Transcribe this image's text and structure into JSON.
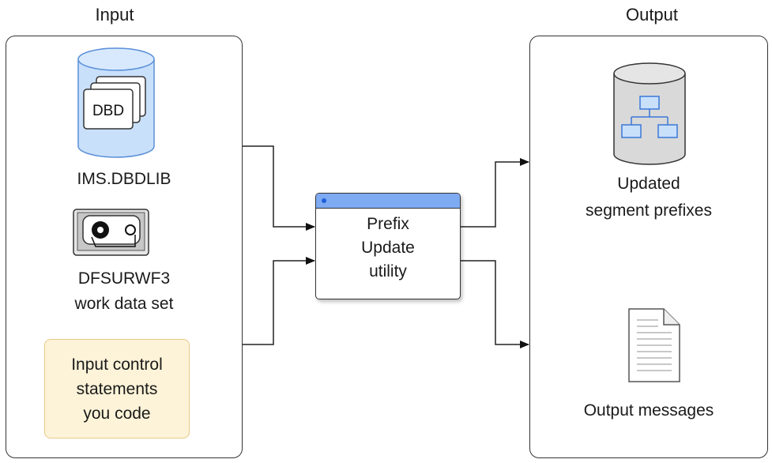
{
  "input": {
    "heading": "Input",
    "dbdlib": {
      "icon_label": "DBD",
      "caption": "IMS.DBDLIB"
    },
    "work_data_set": {
      "caption_line1": "DFSURWF3",
      "caption_line2": "work data set"
    },
    "control_statements": {
      "line1": "Input control",
      "line2": "statements",
      "line3": "you code"
    }
  },
  "utility": {
    "line1": "Prefix",
    "line2": "Update",
    "line3": "utility"
  },
  "output": {
    "heading": "Output",
    "database": {
      "caption_line1": "Updated",
      "caption_line2": "segment prefixes"
    },
    "messages": {
      "caption": "Output messages"
    }
  }
}
